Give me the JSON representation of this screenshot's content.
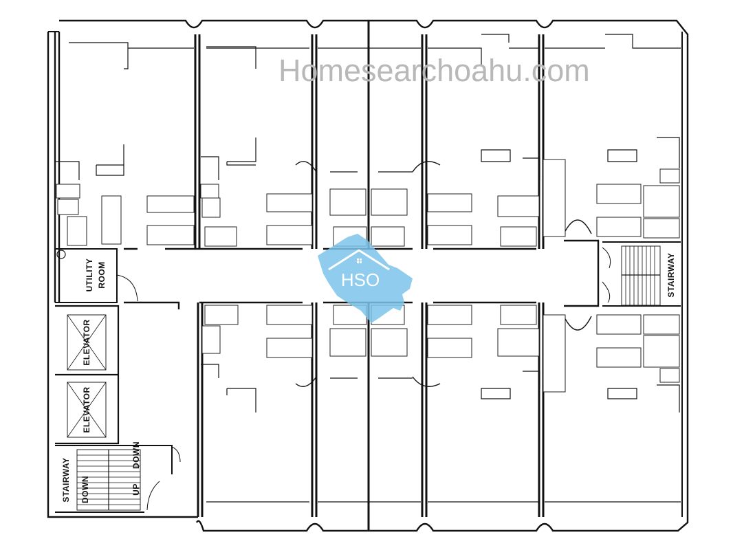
{
  "watermark": {
    "site": "Homesearchoahu.com",
    "logo_text": "HSO",
    "logo_color": "#7cc4ea"
  },
  "labels": {
    "utility_line1": "UTILITY",
    "utility_line2": "ROOM",
    "elevator_1": "ELEVATOR",
    "elevator_2": "ELEVATOR",
    "stairway_left": "STAIRWAY",
    "stairway_right": "STAIRWAY",
    "down_1": "DOWN",
    "up": "UP",
    "down_2": "DOWN"
  }
}
